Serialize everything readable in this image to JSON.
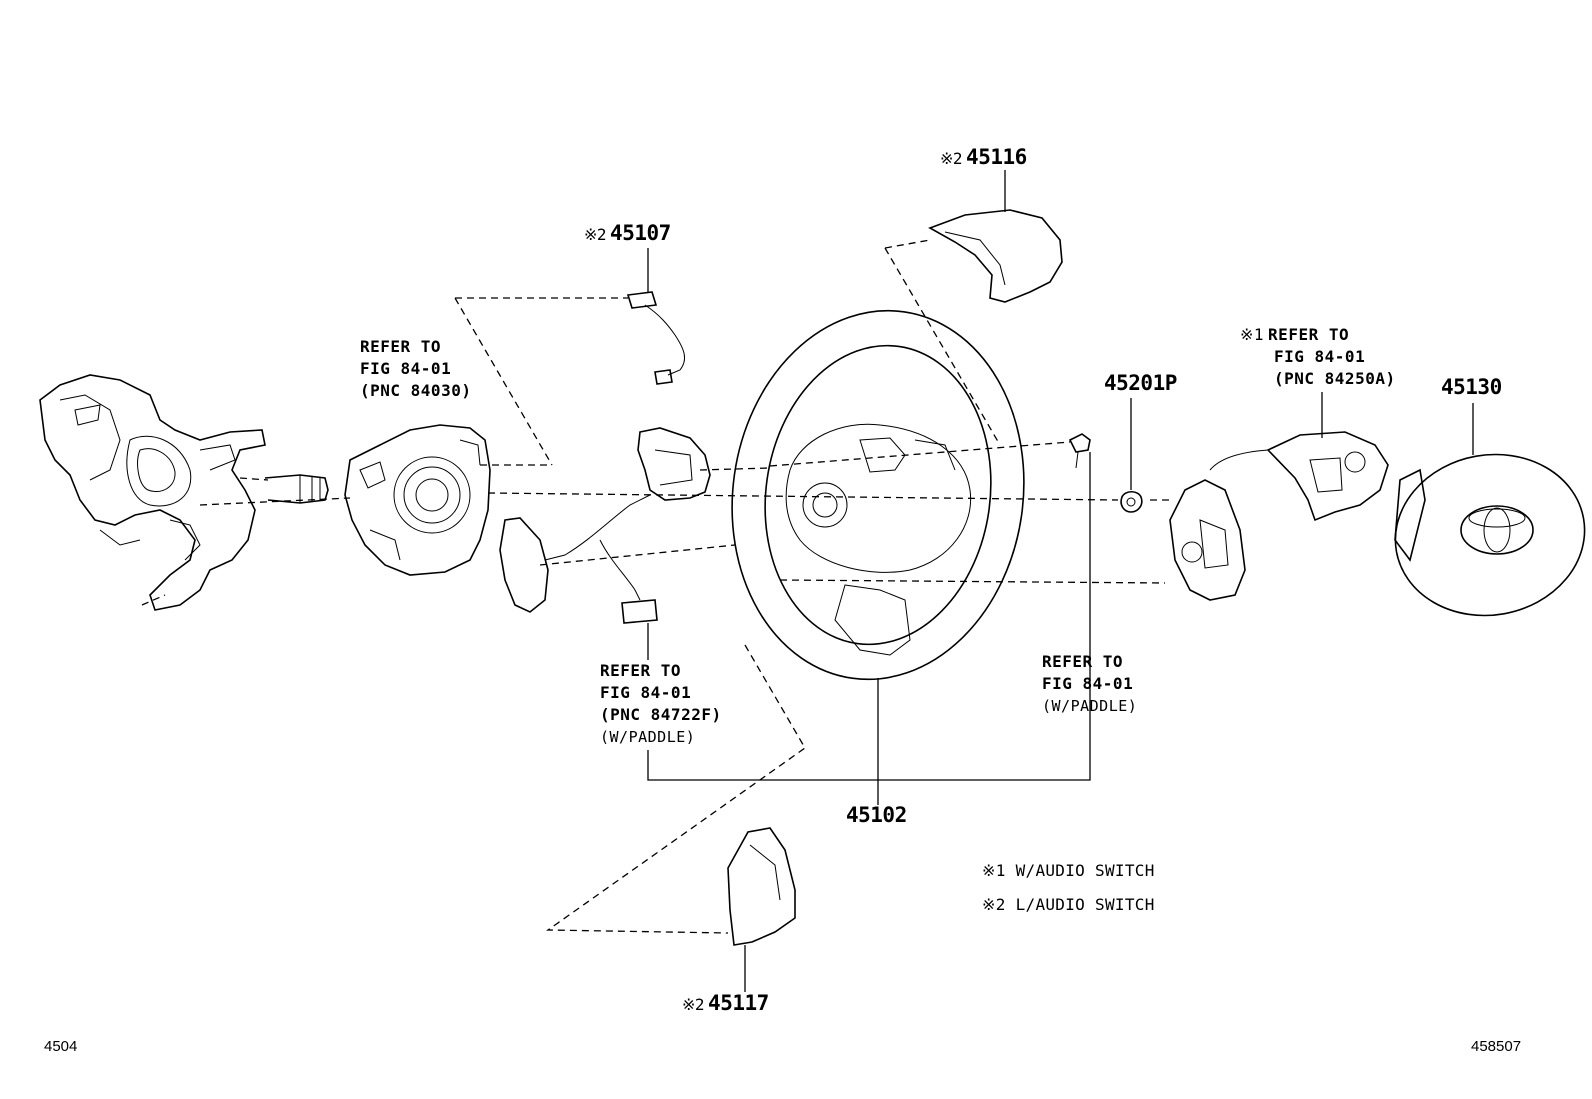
{
  "parts": {
    "p45116": {
      "mark": "※2",
      "number": "45116"
    },
    "p45107": {
      "mark": "※2",
      "number": "45107"
    },
    "p45201P": {
      "number": "45201P"
    },
    "p45130": {
      "number": "45130"
    },
    "p45102": {
      "number": "45102"
    },
    "p45117": {
      "mark": "※2",
      "number": "45117"
    }
  },
  "refs": {
    "cable_reel": {
      "line1": "REFER TO",
      "line2": "FIG 84-01",
      "line3": "(PNC 84030)"
    },
    "audio_switch": {
      "mark": "※1",
      "line1": "REFER TO",
      "line2": "FIG 84-01",
      "line3": "(PNC 84250A)"
    },
    "paddle_left": {
      "line1": "REFER TO",
      "line2": "FIG 84-01",
      "line3": "(PNC 84722F)",
      "line4": "(W/PADDLE)"
    },
    "paddle_right": {
      "line1": "REFER TO",
      "line2": "FIG 84-01",
      "line3": "(W/PADDLE)"
    }
  },
  "legend": [
    {
      "mark": "※1",
      "text": "W/AUDIO SWITCH"
    },
    {
      "mark": "※2",
      "text": "L/AUDIO SWITCH"
    }
  ],
  "footer": {
    "left": "4504",
    "right": "458507"
  }
}
